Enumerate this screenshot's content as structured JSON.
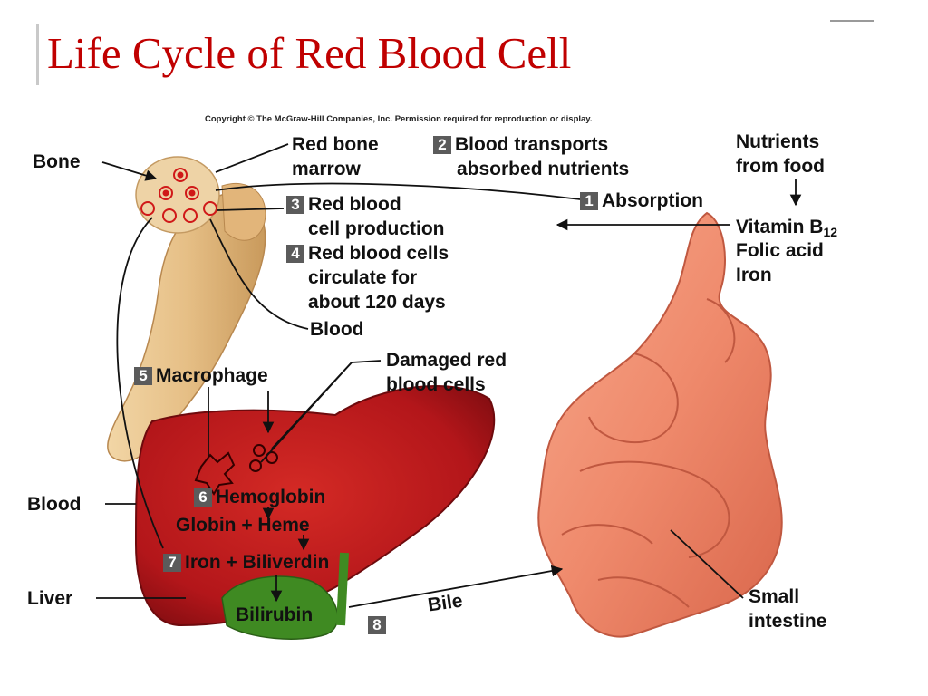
{
  "title": "Life Cycle of Red Blood Cell",
  "copyright": "Copyright © The McGraw-Hill Companies, Inc. Permission required for reproduction or display.",
  "labels": {
    "bone": "Bone",
    "red_bone_marrow_1": "Red bone",
    "red_bone_marrow_2": "marrow",
    "step2_line1": "Blood transports",
    "step2_line2": "absorbed nutrients",
    "nutrients_1": "Nutrients",
    "nutrients_2": "from food",
    "step1": "Absorption",
    "step3_line1": "Red blood",
    "step3_line2": "cell production",
    "vitamin": "Vitamin B",
    "vitamin_sub": "12",
    "folic": "Folic acid",
    "iron_nutrient": "Iron",
    "step4_line1": "Red blood cells",
    "step4_line2": "circulate for",
    "step4_line3": "about 120 days",
    "blood_top": "Blood",
    "step5": "Macrophage",
    "damaged_1": "Damaged red",
    "damaged_2": "blood cells",
    "step6": "Hemoglobin",
    "globin_heme": "Globin + Heme",
    "blood_left": "Blood",
    "step7": "Iron + Biliverdin",
    "liver": "Liver",
    "bilirubin": "Bilirubin",
    "bile": "Bile",
    "small_intestine_1": "Small",
    "small_intestine_2": "intestine"
  },
  "step_numbers": {
    "s1": "1",
    "s2": "2",
    "s3": "3",
    "s4": "4",
    "s5": "5",
    "s6": "6",
    "s7": "7",
    "s8": "8"
  },
  "colors": {
    "title": "#c00000",
    "liver": "#b3161a",
    "bone": "#e8c38e",
    "intestine": "#f08f72",
    "gallbladder": "#3f8a22",
    "step_box": "#5b5b5b"
  }
}
